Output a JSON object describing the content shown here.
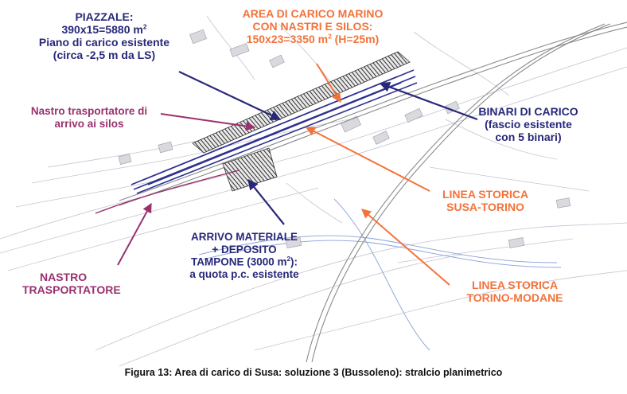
{
  "colors": {
    "blue": "#27287a",
    "orange": "#f2733a",
    "purple": "#99316f",
    "terrain_lines": "#b9b9c9",
    "rail": "#7a7a7a",
    "hatch": "#333333"
  },
  "labels": {
    "piazzale": {
      "line1": "PIAZZALE:",
      "line2": "390x15=5880 m",
      "line2_sup": "2",
      "line3": "Piano di carico esistente",
      "line4": "(circa -2,5 m da LS)"
    },
    "area_carico": {
      "line1": "AREA DI CARICO MARINO",
      "line2": "CON NASTRI E SILOS:",
      "line3a": "150x23=3350 m",
      "line3_sup": "2",
      "line3b": " (H=25m)"
    },
    "nastro_arrivo": {
      "line1": "Nastro trasportatore di",
      "line2": "arrivo ai silos"
    },
    "binari": {
      "line1": "BINARI DI CARICO",
      "line2": "(fascio esistente",
      "line3": "con 5 binari)"
    },
    "linea_susa": {
      "line1": "LINEA STORICA",
      "line2": "SUSA-TORINO"
    },
    "arrivo_materiale": {
      "line1": "ARRIVO MATERIALE",
      "line2": "+ DEPOSITO",
      "line3a": "TAMPONE (3000 m",
      "line3_sup": "2",
      "line3b": "):",
      "line4": "a quota p.c. esistente"
    },
    "nastro": {
      "line1": "NASTRO",
      "line2": "TRASPORTATORE"
    },
    "linea_torino": {
      "line1": "LINEA STORICA",
      "line2": "TORINO-MODANE"
    }
  },
  "caption": "Figura 13: Area di carico di Susa: soluzione 3 (Bussoleno): stralcio planimetrico"
}
